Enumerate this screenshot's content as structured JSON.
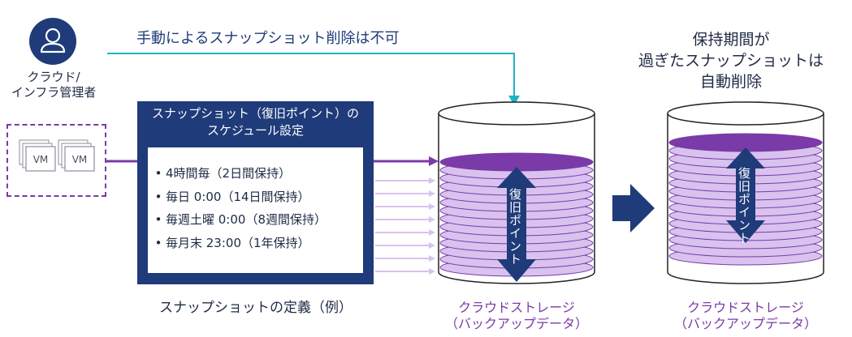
{
  "admin": {
    "label_line1": "クラウド/",
    "label_line2": "インフラ管理者"
  },
  "manual_delete_label": "手動によるスナップショット削除は不可",
  "vm_labels": [
    "VM",
    "VM"
  ],
  "schedule": {
    "title_line1": "スナップショット（復旧ポイント）の",
    "title_line2": "スケジュール設定",
    "items": [
      "4時間毎（2日間保持）",
      "毎日 0:00（14日間保持）",
      "毎週土曜 0:00（8週間保持）",
      "毎月末 23:00（1年保持）"
    ],
    "bullet": "•"
  },
  "definition_label": "スナップショットの定義（例）",
  "storage_left": {
    "line1": "クラウドストレージ",
    "line2": "（バックアップデータ）",
    "recovery_label": "復旧ポイント"
  },
  "storage_right": {
    "line1": "クラウドストレージ",
    "line2": "（バックアップデータ）",
    "recovery_label": "復旧ポイント"
  },
  "retention": {
    "line1": "保持期間が",
    "line2": "過ぎたスナップショットは",
    "line3": "自動削除"
  },
  "colors": {
    "navy": "#1f3b7a",
    "purple": "#7a3aa8",
    "purple_disc": "#d9c2ee",
    "cyan": "#1fb3c6"
  }
}
